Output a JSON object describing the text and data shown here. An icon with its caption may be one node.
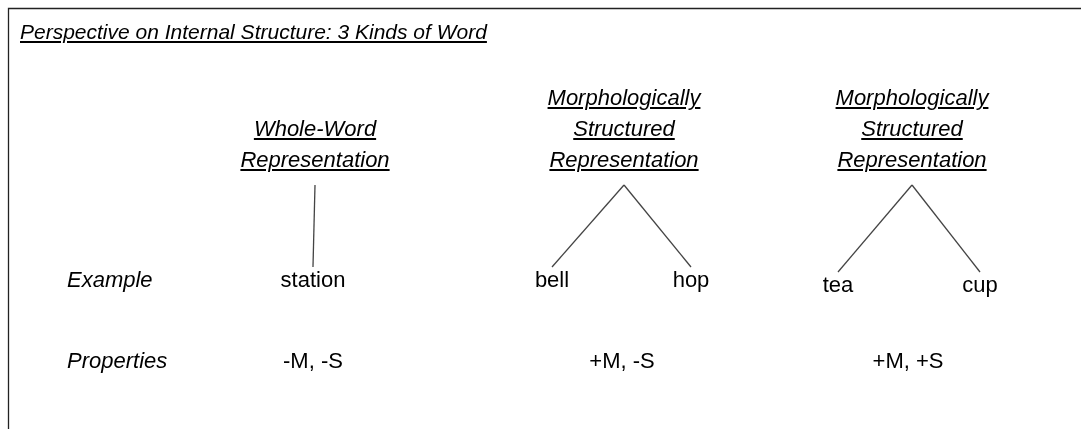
{
  "diagram": {
    "title": "Perspective on Internal Structure: 3 Kinds of Word",
    "nodes": [
      {
        "text": [
          "Whole-Word Representation"
        ]
      },
      {
        "text": [
          "Morphologically Structured Representation"
        ]
      },
      {
        "text": [
          "Morphologically Structured Representation"
        ]
      },
      {
        "text": [
          "station"
        ]
      },
      {
        "text": [
          "bell"
        ]
      },
      {
        "text": [
          "hop"
        ]
      },
      {
        "text": [
          "tea"
        ]
      },
      {
        "text": [
          "cup"
        ]
      }
    ],
    "edges": [
      {
        "from": 0,
        "to": 3,
        "arrow": "none"
      },
      {
        "from": 1,
        "to": 4,
        "arrow": "none"
      },
      {
        "from": 1,
        "to": 5,
        "arrow": "none"
      },
      {
        "from": 2,
        "to": 6,
        "arrow": "none"
      },
      {
        "from": 2,
        "to": 7,
        "arrow": "none"
      }
    ],
    "labels": [
      "Example",
      "Properties",
      "-M, -S",
      "+M, -S",
      "+M, +S"
    ]
  }
}
